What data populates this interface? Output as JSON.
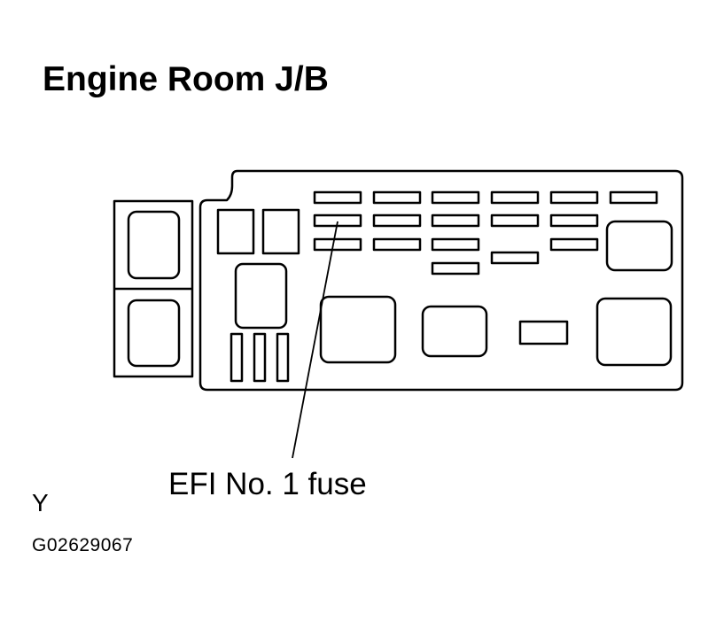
{
  "title": "Engine Room J/B",
  "callout": "EFI No. 1 fuse",
  "corner_letter": "Y",
  "figure_code": "G02629067",
  "colors": {
    "stroke": "#000000",
    "background": "#ffffff"
  }
}
